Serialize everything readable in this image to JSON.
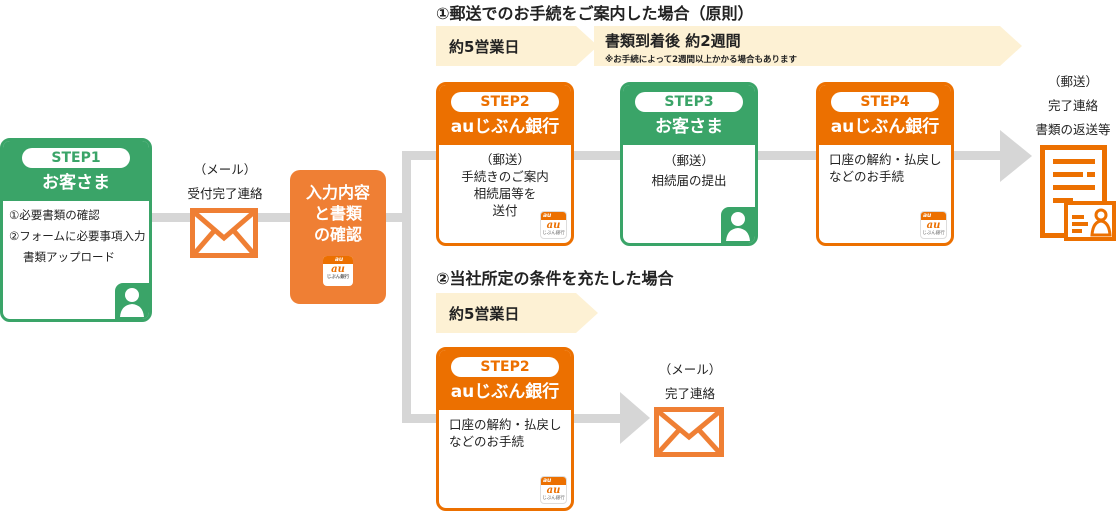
{
  "colors": {
    "orange": "#ec7000",
    "orange_soft": "#ef7f34",
    "green": "#3aa468",
    "connector_gray": "#d6d6d6",
    "band_cream": "#fdf1d4"
  },
  "step1": {
    "step": "STEP1",
    "actor": "お客さま",
    "lines": [
      "①必要書類の確認",
      "②フォームに必要事項入力",
      "書類アップロード"
    ],
    "icon": "person-icon"
  },
  "mail1": {
    "line1": "（メール）",
    "line2": "受付完了連絡",
    "icon": "envelope-icon"
  },
  "review": {
    "lines": [
      "入力内容",
      "と書類",
      "の確認"
    ],
    "icon": "au-jibun-bank-logo"
  },
  "case1": {
    "title": "①郵送でのお手続をご案内した場合（原則）",
    "band1": "約5営業日",
    "band2_main": "書類到着後 約2週間",
    "band2_note": "※お手続によって2週間以上かかる場合もあります",
    "step2": {
      "step": "STEP2",
      "actor": "auじぶん銀行",
      "lines": [
        "（郵送）",
        "手続きのご案内",
        "相続届等を",
        "送付"
      ]
    },
    "step3": {
      "step": "STEP3",
      "actor": "お客さま",
      "lines": [
        "（郵送）",
        "相続届の提出"
      ]
    },
    "step4": {
      "step": "STEP4",
      "actor": "auじぶん銀行",
      "lines": [
        "口座の解約・払戻し",
        "などのお手続"
      ]
    },
    "result": {
      "lines": [
        "（郵送）",
        "完了連絡",
        "書類の返送等"
      ],
      "icon": "document-return-icon"
    }
  },
  "case2": {
    "title": "②当社所定の条件を充たした場合",
    "band1": "約5営業日",
    "step2": {
      "step": "STEP2",
      "actor": "auじぶん銀行",
      "lines": [
        "口座の解約・払戻し",
        "などのお手続"
      ]
    },
    "result": {
      "line1": "（メール）",
      "line2": "完了連絡",
      "icon": "envelope-icon"
    }
  },
  "au_logo": {
    "small": "au",
    "mark": "au",
    "name": "じぶん銀行"
  }
}
